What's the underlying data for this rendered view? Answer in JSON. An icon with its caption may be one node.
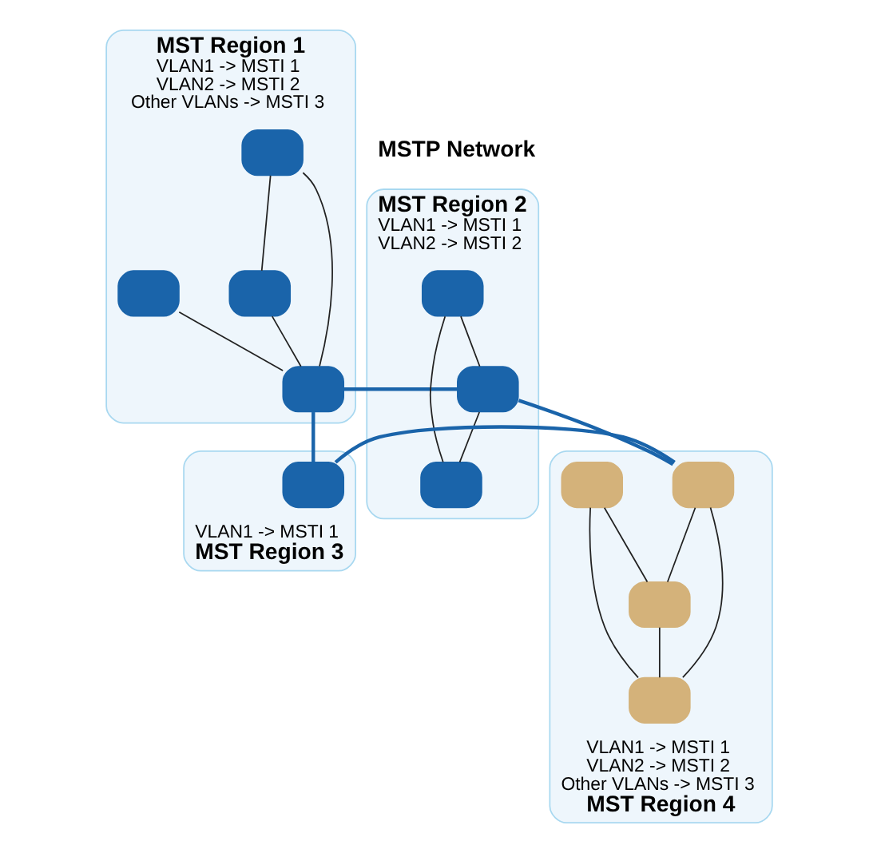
{
  "diagram": {
    "nodes": [
      {
        "text": [
          "MST Region 1",
          "VLAN1 -> MSTI 1",
          "VLAN2 -> MSTI 2",
          "Other VLANs -> MSTI 3"
        ]
      },
      {
        "text": [],
        "shape": "box",
        "in": 0
      },
      {
        "text": [],
        "shape": "box",
        "in": 0
      },
      {
        "text": [],
        "shape": "box",
        "in": 0
      },
      {
        "text": [],
        "shape": "box",
        "in": 0
      },
      {
        "text": [
          "MST Region 2",
          "VLAN1 -> MSTI 1",
          "VLAN2 -> MSTI 2"
        ]
      },
      {
        "text": [],
        "shape": "box",
        "in": 5
      },
      {
        "text": [],
        "shape": "box",
        "in": 5
      },
      {
        "text": [],
        "shape": "box",
        "in": 5
      },
      {
        "text": [
          "VLAN1 -> MSTI 1",
          "MST Region 3"
        ]
      },
      {
        "text": [],
        "shape": "box",
        "in": 9
      },
      {
        "text": [
          "VLAN1 -> MSTI 1",
          "VLAN2 -> MSTI 2",
          "Other VLANs -> MSTI 3",
          "MST Region 4"
        ]
      },
      {
        "text": [],
        "shape": "box",
        "in": 11
      },
      {
        "text": [],
        "shape": "box",
        "in": 11
      },
      {
        "text": [],
        "shape": "box",
        "in": 11
      },
      {
        "text": [],
        "shape": "box",
        "in": 11
      }
    ],
    "edges": [
      {
        "from": 1,
        "to": 3,
        "arrow": "none"
      },
      {
        "from": 1,
        "to": 4,
        "arrow": "none"
      },
      {
        "from": 2,
        "to": 4,
        "arrow": "none"
      },
      {
        "from": 3,
        "to": 4,
        "arrow": "none"
      },
      {
        "from": 4,
        "to": 7,
        "arrow": "none",
        "color": "#1a64aa"
      },
      {
        "from": 4,
        "to": 10,
        "arrow": "none",
        "color": "#1a64aa"
      },
      {
        "from": 6,
        "to": 7,
        "arrow": "none"
      },
      {
        "from": 6,
        "to": 8,
        "arrow": "none"
      },
      {
        "from": 7,
        "to": 8,
        "arrow": "none"
      },
      {
        "from": 7,
        "to": 12,
        "arrow": "none",
        "color": "#1a64aa"
      },
      {
        "from": 10,
        "to": 12,
        "arrow": "none",
        "color": "#1a64aa"
      },
      {
        "from": 12,
        "to": 14,
        "arrow": "none"
      },
      {
        "from": 12,
        "to": 15,
        "arrow": "none"
      },
      {
        "from": 13,
        "to": 14,
        "arrow": "none"
      },
      {
        "from": 13,
        "to": 15,
        "arrow": "none"
      },
      {
        "from": 14,
        "to": 15,
        "arrow": "none"
      }
    ],
    "labels": [
      "MSTP Network"
    ]
  }
}
